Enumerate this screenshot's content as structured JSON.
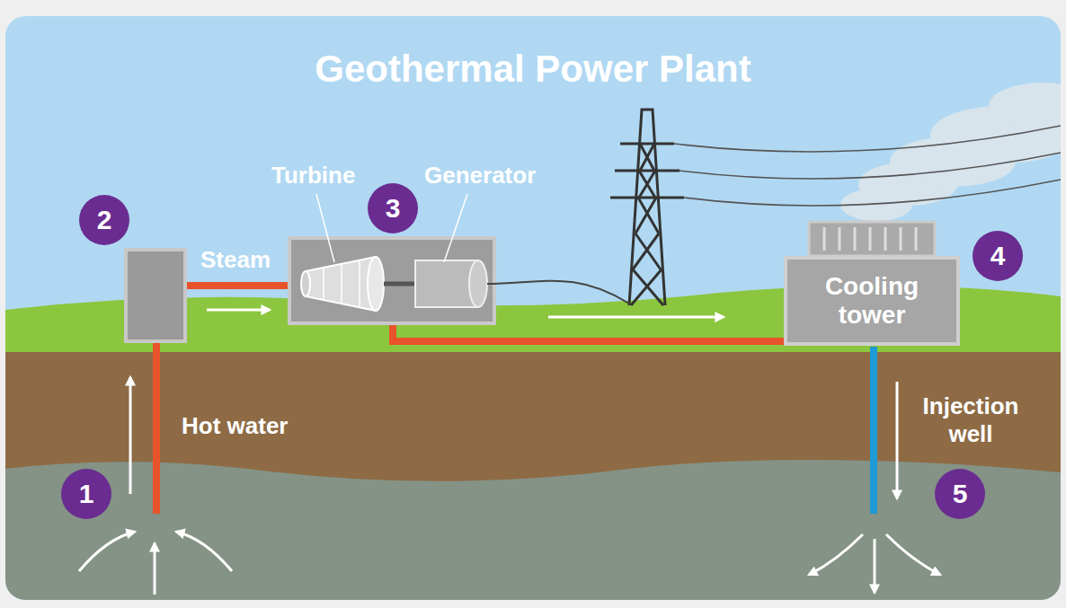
{
  "diagram": {
    "title": "Geothermal Power Plant",
    "nodes": [
      {
        "text": [
          "Cooling tower"
        ]
      }
    ],
    "labels": [
      "Turbine",
      "Generator",
      "Steam",
      "Hot water",
      "Injection well",
      "1",
      "2",
      "3",
      "4",
      "5"
    ]
  }
}
